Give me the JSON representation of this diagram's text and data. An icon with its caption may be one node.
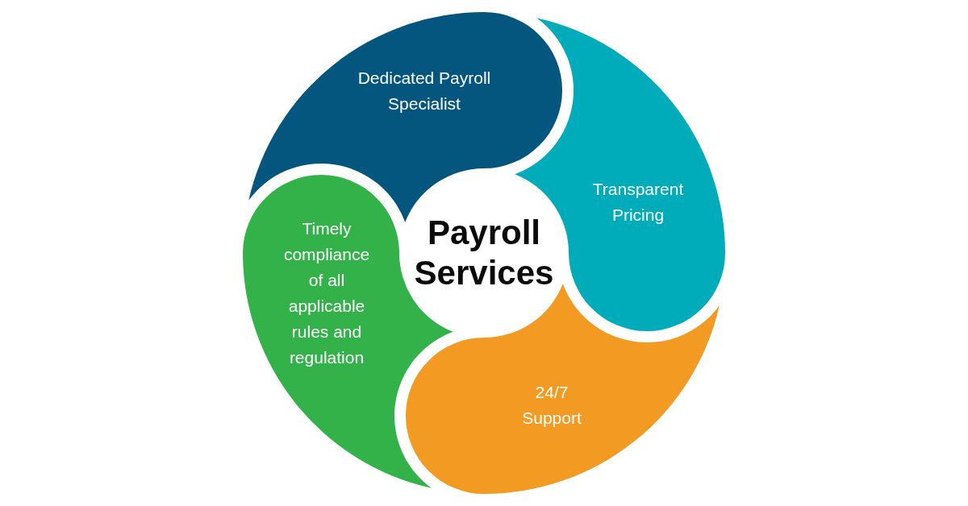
{
  "diagram": {
    "nodes": [
      {
        "text": [
          "Payroll Services"
        ]
      },
      {
        "text": [
          "Dedicated Payroll Specialist"
        ]
      },
      {
        "text": [
          "Transparent Pricing"
        ]
      },
      {
        "text": [
          "24/7 Support"
        ]
      },
      {
        "text": [
          "Timely compliance of all applicable rules and regulation"
        ]
      }
    ]
  }
}
